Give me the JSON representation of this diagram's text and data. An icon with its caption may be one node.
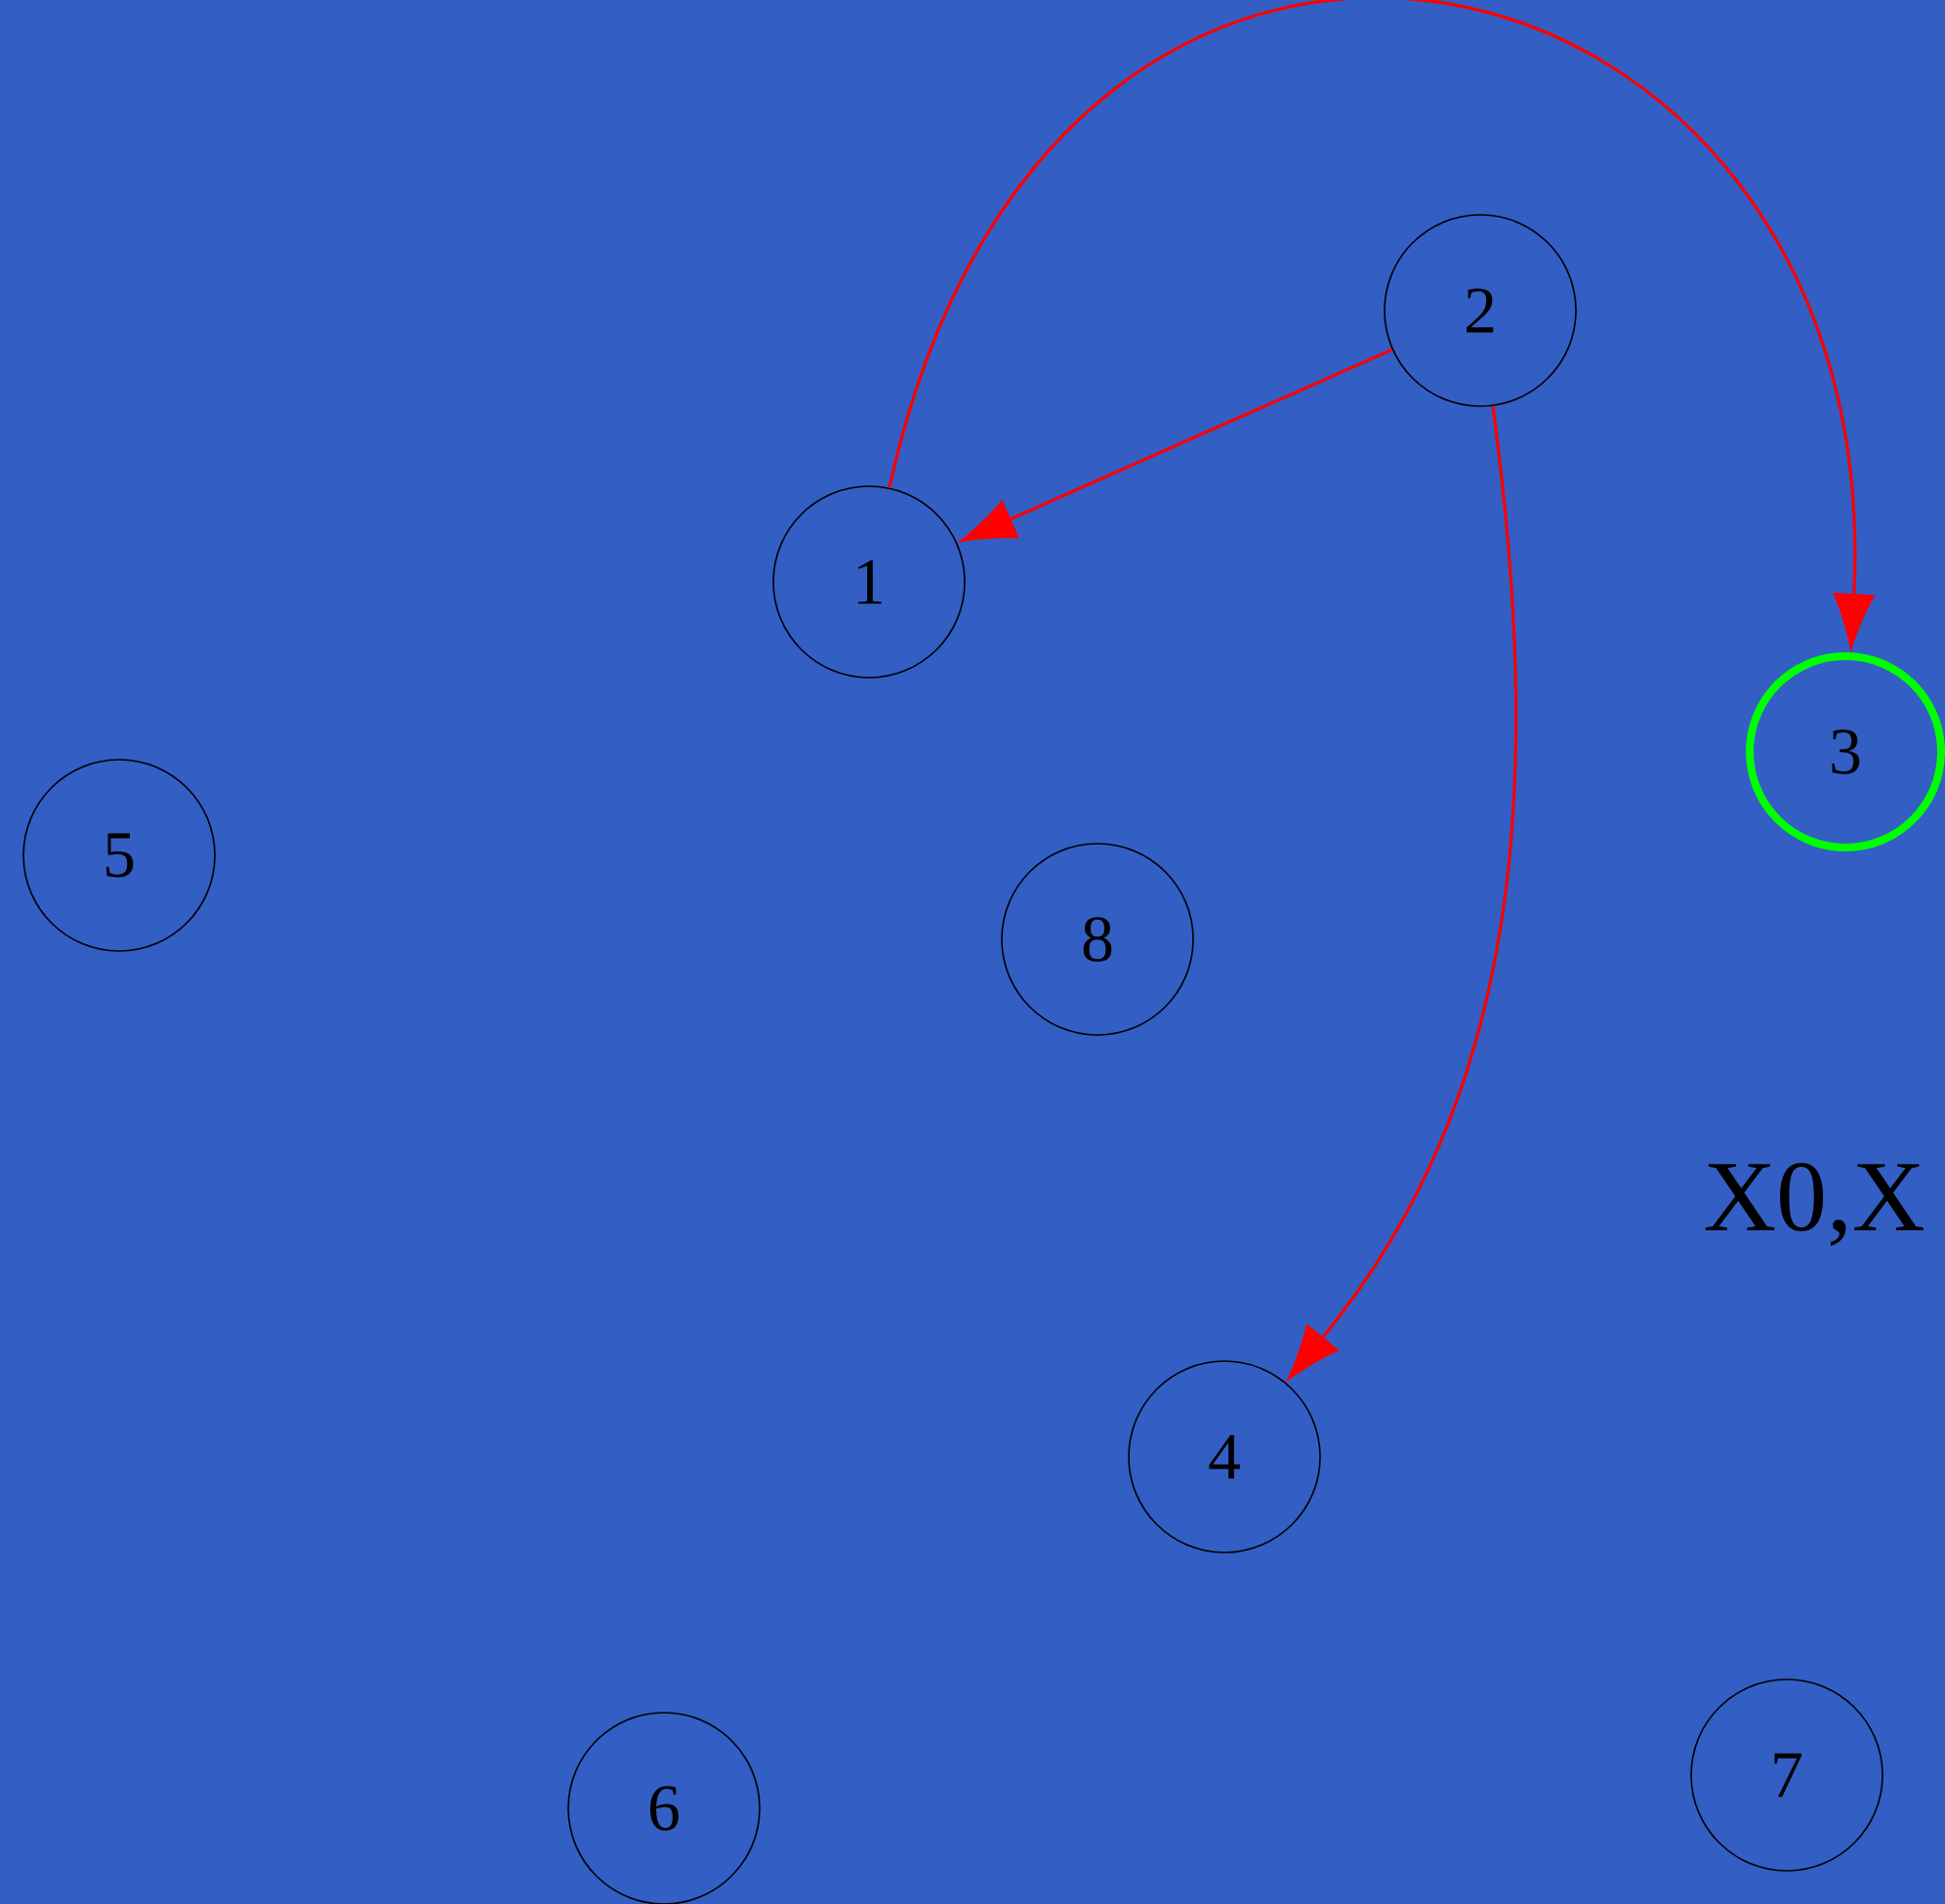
{
  "diagram": {
    "nodes": [
      {
        "text": [
          "1"
        ]
      },
      {
        "text": [
          "2"
        ]
      },
      {
        "text": [
          "3"
        ]
      },
      {
        "text": [
          "4"
        ]
      },
      {
        "text": [
          "5"
        ]
      },
      {
        "text": [
          "6"
        ]
      },
      {
        "text": [
          "7"
        ]
      },
      {
        "text": [
          "8"
        ]
      }
    ],
    "edges": [
      {
        "from": 0,
        "to": 2,
        "arrow": "to"
      },
      {
        "from": 1,
        "to": 0,
        "arrow": "to"
      },
      {
        "from": 1,
        "to": 3,
        "arrow": "to"
      }
    ],
    "labels": [
      "X0,X"
    ]
  }
}
